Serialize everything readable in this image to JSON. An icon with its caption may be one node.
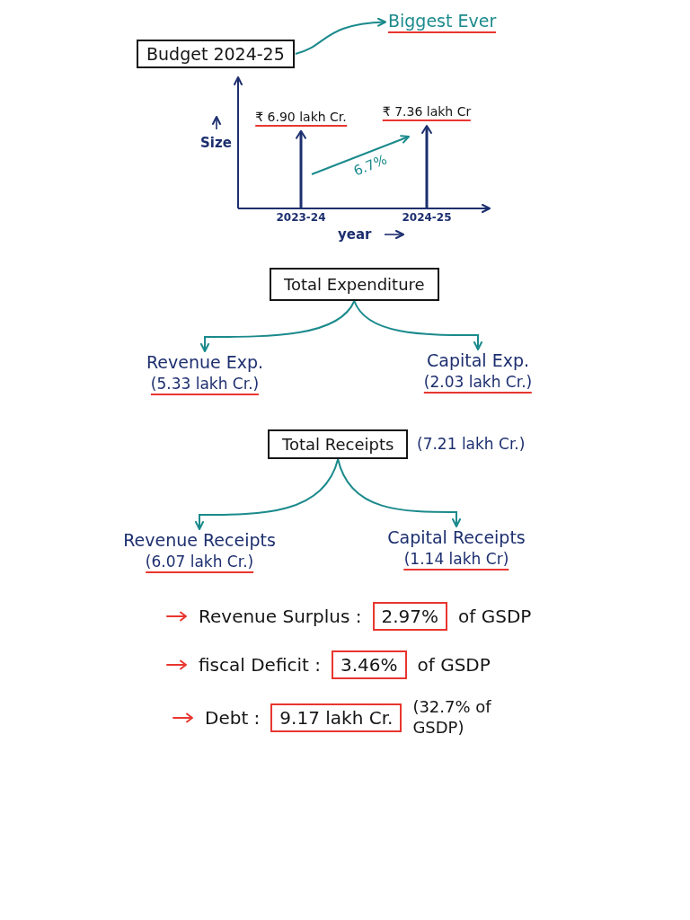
{
  "diagram": {
    "nodes": [
      {
        "text": [
          "Budget 2024-25"
        ]
      },
      {
        "text": [
          "Biggest Ever"
        ]
      },
      {
        "text": [
          "Total Expenditure"
        ]
      },
      {
        "text": [
          "Revenue Exp.",
          "(5.33 lakh Cr.)"
        ]
      },
      {
        "text": [
          "Capital Exp.",
          "(2.03 lakh Cr.)"
        ]
      },
      {
        "text": [
          "Total Receipts"
        ],
        "beside": [
          "(7.21 lakh Cr.)"
        ]
      },
      {
        "text": [
          "Revenue Receipts",
          "(6.07 lakh Cr.)"
        ]
      },
      {
        "text": [
          "Capital Receipts",
          "(1.14 lakh Cr)"
        ]
      },
      {
        "text": [
          "2.97%"
        ],
        "beside": [
          "Revenue Surplus :",
          "of GSDP"
        ]
      },
      {
        "text": [
          "3.46%"
        ],
        "beside": [
          "fiscal Deficit :",
          "of GSDP"
        ]
      },
      {
        "text": [
          "9.17 lakh Cr."
        ],
        "beside": [
          "Debt :",
          "(32.7% of GSDP)"
        ]
      }
    ],
    "edges": [
      {
        "from": 0,
        "to": 1,
        "arrow": "to"
      },
      {
        "from": 2,
        "to": 3,
        "arrow": "to"
      },
      {
        "from": 2,
        "to": 4,
        "arrow": "to"
      },
      {
        "from": 5,
        "to": 6,
        "arrow": "to"
      },
      {
        "from": 5,
        "to": 7,
        "arrow": "to"
      }
    ],
    "chart_data": {
      "type": "bar",
      "xlabel": "year",
      "ylabel": "Size",
      "categories": [
        "2023-24",
        "2024-25"
      ],
      "values": [
        6.9,
        7.36
      ],
      "value_labels": [
        "₹ 6.90 lakh Cr.",
        "₹ 7.36 lakh Cr"
      ],
      "annotations": [
        "6.7%"
      ]
    }
  }
}
